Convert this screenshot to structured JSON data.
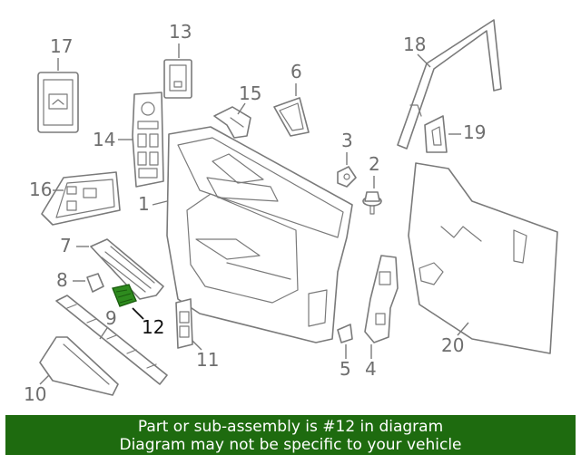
{
  "callouts": {
    "c1": "1",
    "c2": "2",
    "c3": "3",
    "c4": "4",
    "c5": "5",
    "c6": "6",
    "c7": "7",
    "c8": "8",
    "c9": "9",
    "c10": "10",
    "c11": "11",
    "c12": "12",
    "c13": "13",
    "c14": "14",
    "c15": "15",
    "c16": "16",
    "c17": "17",
    "c18": "18",
    "c19": "19",
    "c20": "20"
  },
  "highlight": {
    "part": "12",
    "color": "#2e8b1e"
  },
  "banner": {
    "line1": "Part or sub-assembly is #12 in diagram",
    "line2": "Diagram may not be specific to your vehicle",
    "background": "#1e6b0f"
  }
}
